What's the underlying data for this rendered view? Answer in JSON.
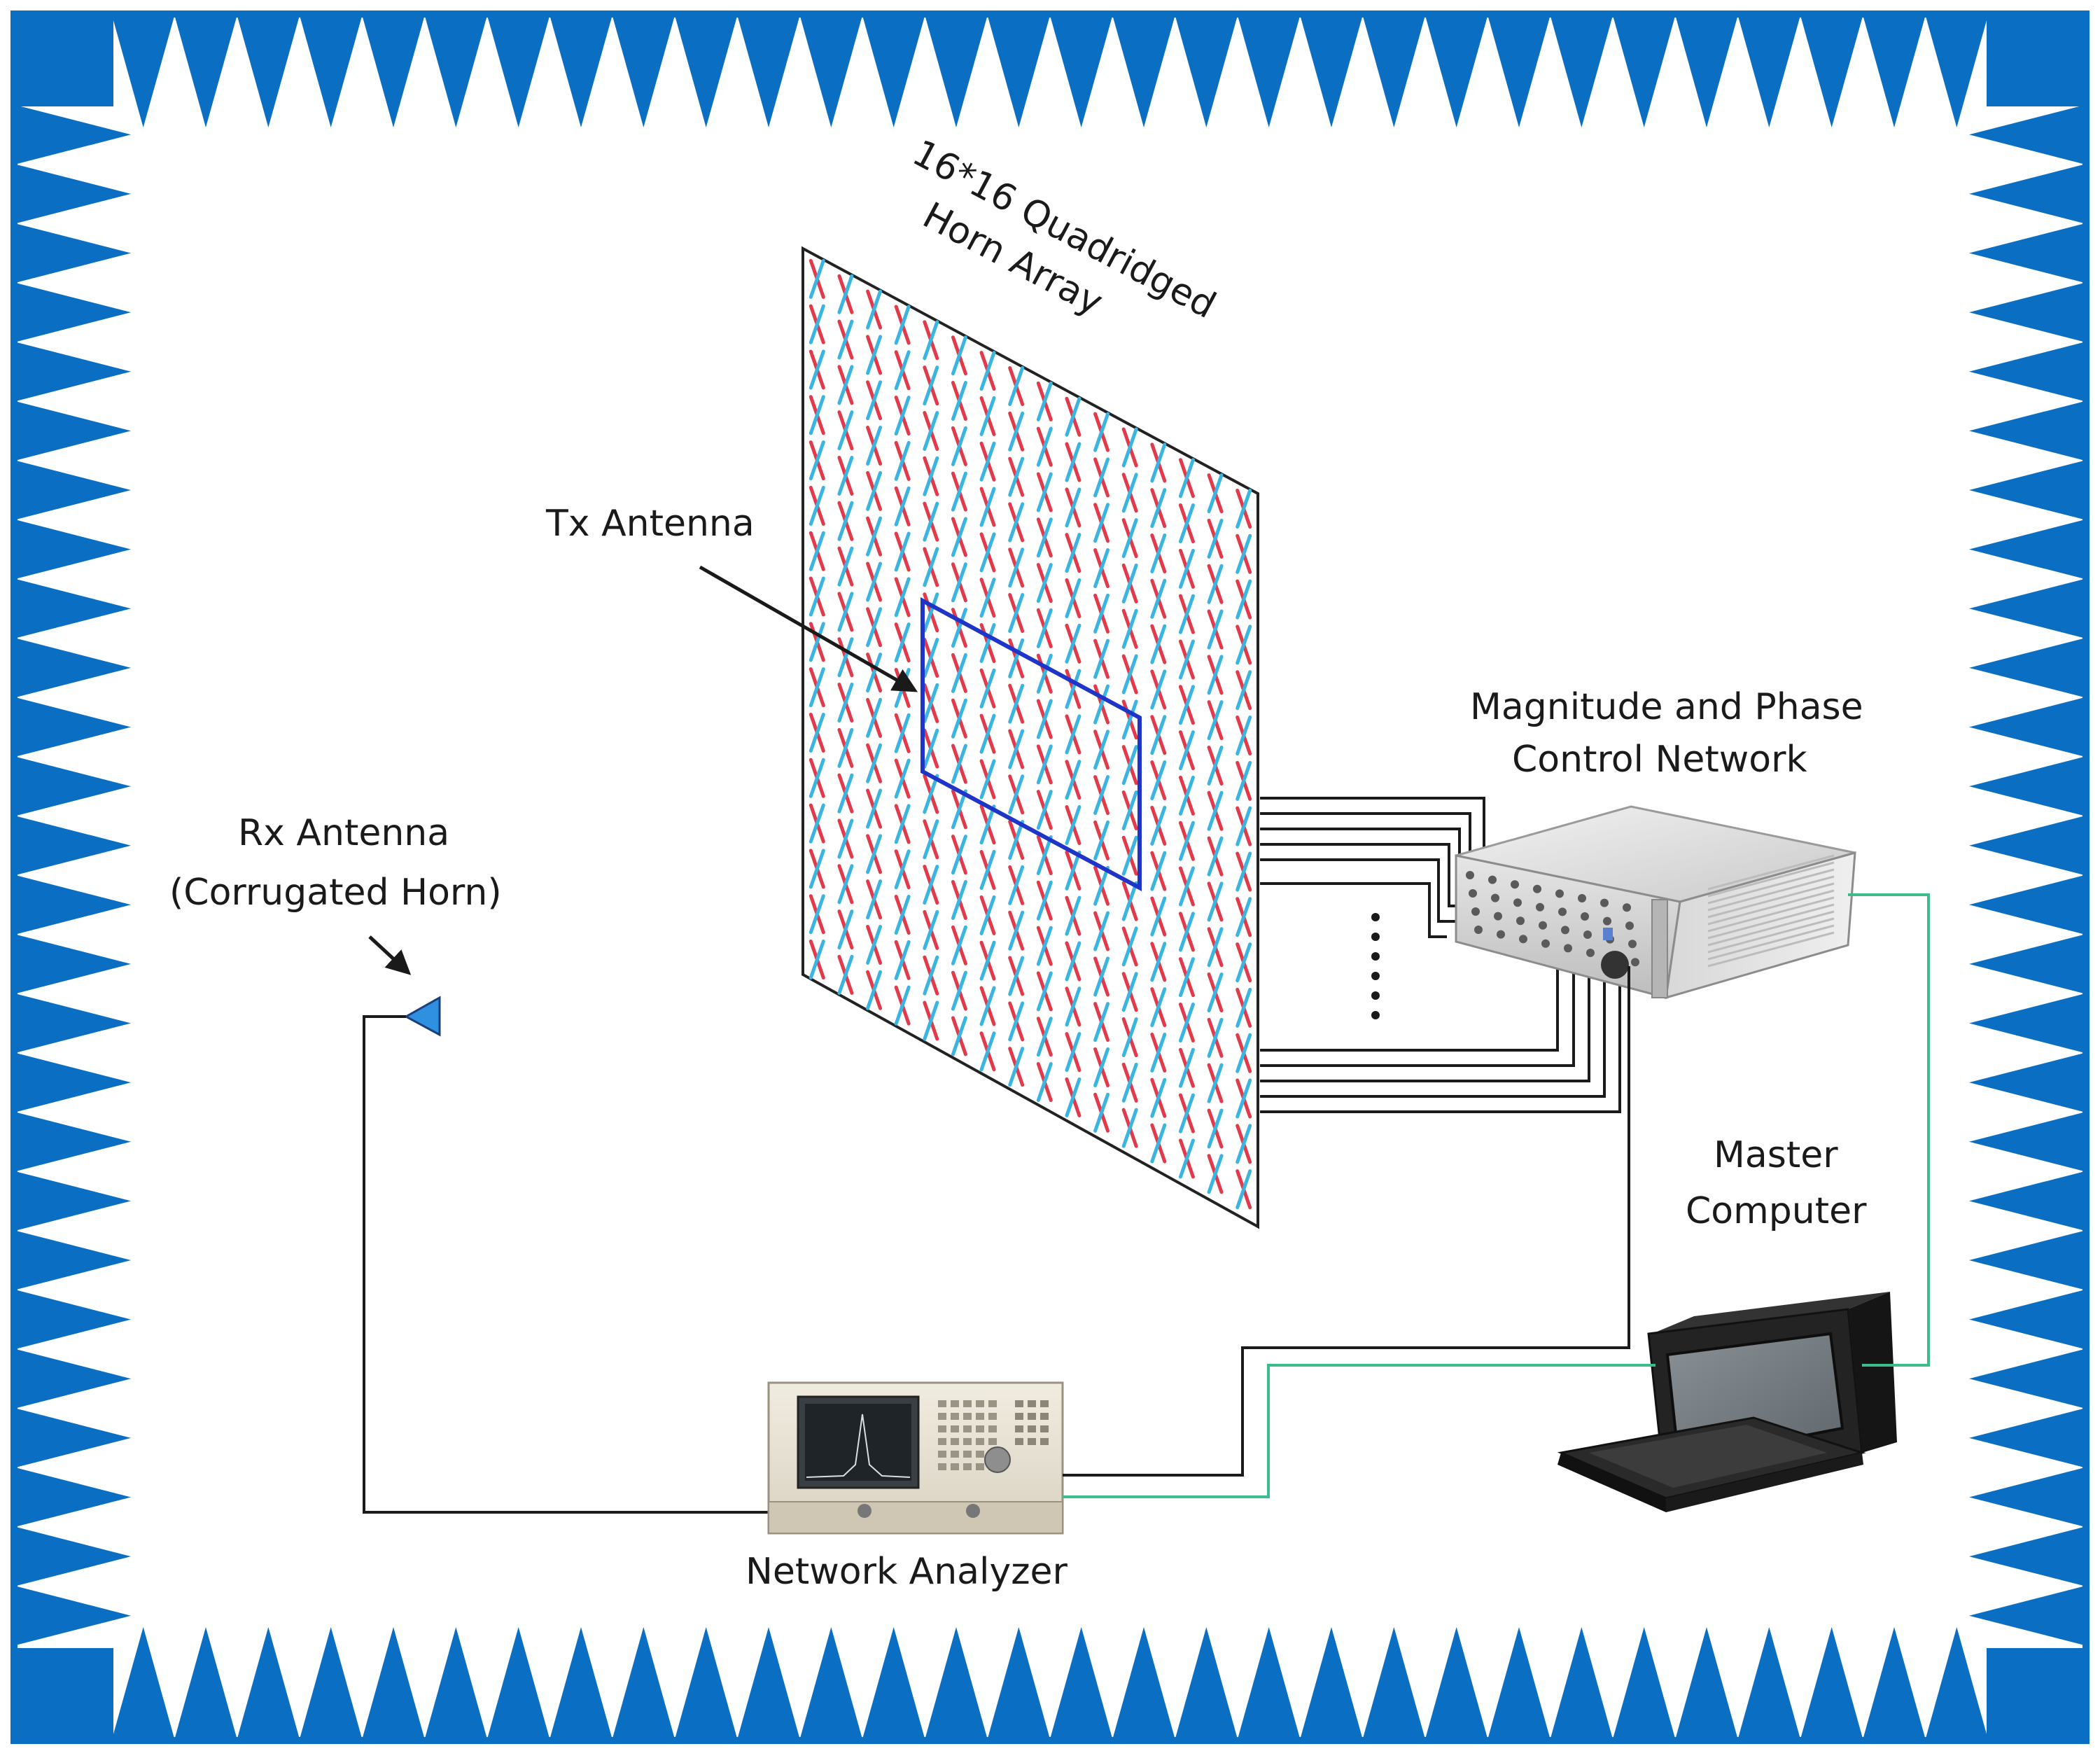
{
  "labels": {
    "array_title_line1": "16*16 Quadridged",
    "array_title_line2": "Horn Array",
    "tx_antenna": "Tx Antenna",
    "rx_line1": "Rx Antenna",
    "rx_line2": "(Corrugated Horn)",
    "mpcn_line1": "Magnitude and Phase",
    "mpcn_line2": "Control Network",
    "master_line1": "Master",
    "master_line2": "Computer",
    "network_analyzer": "Network Analyzer"
  },
  "array": {
    "rows": 16,
    "cols": 16
  },
  "colors": {
    "absorber": "#0a6fc2",
    "element_red": "#e23a4a",
    "element_cyan": "#3ab4e0",
    "tx_box": "#1f35c8",
    "rx_horn": "#2f8fe0",
    "signal_cable": "#1a1a1a",
    "control_cable": "#3cbc8c"
  },
  "icons": {
    "rx_horn": "horn-antenna-icon",
    "mpcn": "rack-chassis-icon",
    "computer": "portable-computer-icon",
    "analyzer": "network-analyzer-icon"
  }
}
